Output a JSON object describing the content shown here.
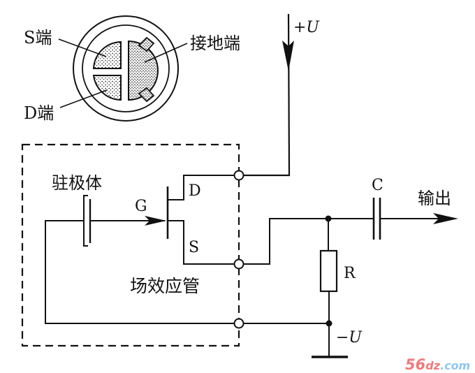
{
  "diagram": {
    "type": "circuit",
    "description": "Electret microphone with internal FET, pin layout and external bias circuit",
    "pinout": {
      "labels": {
        "source": "S端",
        "drain": "D端",
        "ground": "接地端"
      }
    },
    "circuit": {
      "labels": {
        "electret": "驻极体",
        "fet": "场效应管",
        "gate": "G",
        "drain": "D",
        "source": "S",
        "supply_pos": "+U",
        "supply_neg": "−U",
        "capacitor": "C",
        "resistor": "R",
        "output": "输出"
      }
    },
    "colors": {
      "line": "#111111",
      "watermark_red": "#f07a7a",
      "watermark_blue": "#8fc7ef"
    }
  },
  "watermark": {
    "part1": "56",
    "part2": "dz",
    "part3": ".com"
  }
}
